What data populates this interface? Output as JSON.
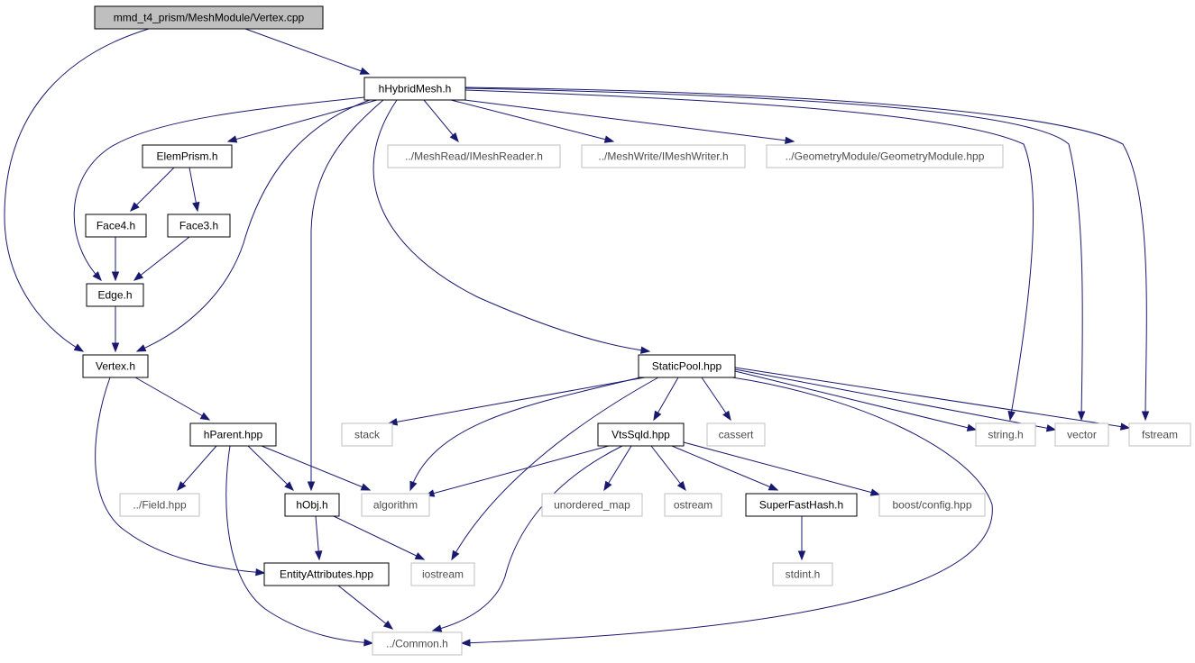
{
  "nodes": [
    {
      "id": "vertex_cpp",
      "label": "mmd_t4_prism/MeshModule/Vertex.cpp",
      "style": "root"
    },
    {
      "id": "hHybridMesh",
      "label": "hHybridMesh.h",
      "style": "doc"
    },
    {
      "id": "ElemPrism",
      "label": "ElemPrism.h",
      "style": "doc"
    },
    {
      "id": "IMeshReader",
      "label": "../MeshRead/IMeshReader.h",
      "style": "ext"
    },
    {
      "id": "IMeshWriter",
      "label": "../MeshWrite/IMeshWriter.h",
      "style": "ext"
    },
    {
      "id": "GeometryModule",
      "label": "../GeometryModule/GeometryModule.hpp",
      "style": "ext"
    },
    {
      "id": "Face4",
      "label": "Face4.h",
      "style": "doc"
    },
    {
      "id": "Face3",
      "label": "Face3.h",
      "style": "doc"
    },
    {
      "id": "Edge",
      "label": "Edge.h",
      "style": "doc"
    },
    {
      "id": "Vertex",
      "label": "Vertex.h",
      "style": "doc"
    },
    {
      "id": "StaticPool",
      "label": "StaticPool.hpp",
      "style": "doc"
    },
    {
      "id": "hParent",
      "label": "hParent.hpp",
      "style": "doc"
    },
    {
      "id": "stack",
      "label": "stack",
      "style": "ext"
    },
    {
      "id": "VtsSqld",
      "label": "VtsSqld.hpp",
      "style": "doc"
    },
    {
      "id": "cassert",
      "label": "cassert",
      "style": "ext"
    },
    {
      "id": "string",
      "label": "string.h",
      "style": "ext"
    },
    {
      "id": "vector",
      "label": "vector",
      "style": "ext"
    },
    {
      "id": "fstream",
      "label": "fstream",
      "style": "ext"
    },
    {
      "id": "Field",
      "label": "../Field.hpp",
      "style": "ext"
    },
    {
      "id": "hObj",
      "label": "hObj.h",
      "style": "doc"
    },
    {
      "id": "algorithm",
      "label": "algorithm",
      "style": "ext"
    },
    {
      "id": "unordered_map",
      "label": "unordered_map",
      "style": "ext"
    },
    {
      "id": "ostream",
      "label": "ostream",
      "style": "ext"
    },
    {
      "id": "SuperFastHash",
      "label": "SuperFastHash.h",
      "style": "doc"
    },
    {
      "id": "boostconfig",
      "label": "boost/config.hpp",
      "style": "ext"
    },
    {
      "id": "EntityAttributes",
      "label": "EntityAttributes.hpp",
      "style": "doc"
    },
    {
      "id": "iostream",
      "label": "iostream",
      "style": "ext"
    },
    {
      "id": "stdint",
      "label": "stdint.h",
      "style": "ext"
    },
    {
      "id": "Common",
      "label": "../Common.h",
      "style": "ext"
    }
  ],
  "edges": [
    {
      "from": "vertex_cpp",
      "to": "hHybridMesh"
    },
    {
      "from": "vertex_cpp",
      "to": "Vertex"
    },
    {
      "from": "hHybridMesh",
      "to": "ElemPrism"
    },
    {
      "from": "hHybridMesh",
      "to": "IMeshReader"
    },
    {
      "from": "hHybridMesh",
      "to": "IMeshWriter"
    },
    {
      "from": "hHybridMesh",
      "to": "GeometryModule"
    },
    {
      "from": "hHybridMesh",
      "to": "Edge"
    },
    {
      "from": "hHybridMesh",
      "to": "Vertex"
    },
    {
      "from": "hHybridMesh",
      "to": "hObj"
    },
    {
      "from": "hHybridMesh",
      "to": "StaticPool"
    },
    {
      "from": "hHybridMesh",
      "to": "string"
    },
    {
      "from": "hHybridMesh",
      "to": "vector"
    },
    {
      "from": "hHybridMesh",
      "to": "fstream"
    },
    {
      "from": "ElemPrism",
      "to": "Face4"
    },
    {
      "from": "ElemPrism",
      "to": "Face3"
    },
    {
      "from": "Face4",
      "to": "Edge"
    },
    {
      "from": "Face3",
      "to": "Edge"
    },
    {
      "from": "Edge",
      "to": "Vertex"
    },
    {
      "from": "Vertex",
      "to": "hParent"
    },
    {
      "from": "Vertex",
      "to": "EntityAttributes"
    },
    {
      "from": "hParent",
      "to": "Field"
    },
    {
      "from": "hParent",
      "to": "hObj"
    },
    {
      "from": "hParent",
      "to": "algorithm"
    },
    {
      "from": "hParent",
      "to": "Common"
    },
    {
      "from": "hObj",
      "to": "EntityAttributes"
    },
    {
      "from": "hObj",
      "to": "iostream"
    },
    {
      "from": "EntityAttributes",
      "to": "Common"
    },
    {
      "from": "StaticPool",
      "to": "stack"
    },
    {
      "from": "StaticPool",
      "to": "algorithm"
    },
    {
      "from": "StaticPool",
      "to": "iostream"
    },
    {
      "from": "StaticPool",
      "to": "VtsSqld"
    },
    {
      "from": "StaticPool",
      "to": "cassert"
    },
    {
      "from": "StaticPool",
      "to": "string"
    },
    {
      "from": "StaticPool",
      "to": "vector"
    },
    {
      "from": "StaticPool",
      "to": "fstream"
    },
    {
      "from": "StaticPool",
      "to": "Common"
    },
    {
      "from": "VtsSqld",
      "to": "algorithm"
    },
    {
      "from": "VtsSqld",
      "to": "unordered_map"
    },
    {
      "from": "VtsSqld",
      "to": "ostream"
    },
    {
      "from": "VtsSqld",
      "to": "SuperFastHash"
    },
    {
      "from": "VtsSqld",
      "to": "boostconfig"
    },
    {
      "from": "VtsSqld",
      "to": "Common"
    },
    {
      "from": "SuperFastHash",
      "to": "stdint"
    }
  ]
}
